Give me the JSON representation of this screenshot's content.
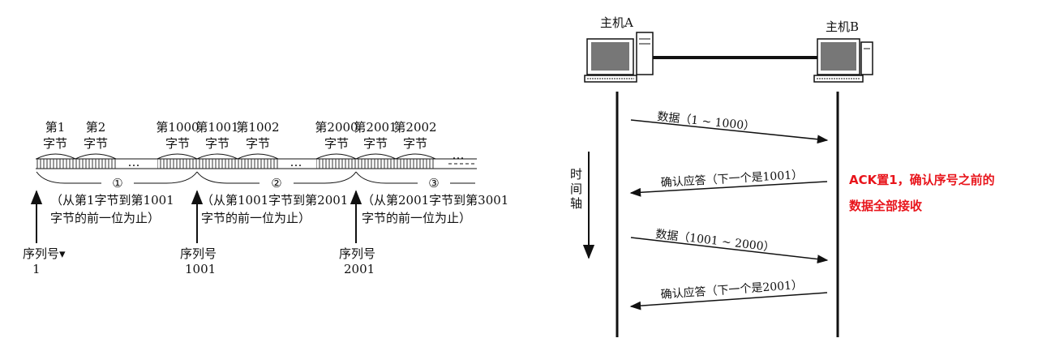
{
  "left_figure": {
    "byte_labels": [
      {
        "num": "第1",
        "unit": "字节"
      },
      {
        "num": "第2",
        "unit": "字节"
      },
      {
        "num": "第1000",
        "unit": "字节"
      },
      {
        "num": "第1001",
        "unit": "字节"
      },
      {
        "num": "第1002",
        "unit": "字节"
      },
      {
        "num": "第2000",
        "unit": "字节"
      },
      {
        "num": "第2001",
        "unit": "字节"
      },
      {
        "num": "第2002",
        "unit": "字节"
      }
    ],
    "ellipsis": "…",
    "segments": [
      {
        "mark": "①",
        "line1": "（从第1字节到第1001",
        "line2": "字节的前一位为止）"
      },
      {
        "mark": "②",
        "line1": "（从第1001字节到第2001",
        "line2": "字节的前一位为止）"
      },
      {
        "mark": "③",
        "line1": "（从第2001字节到第3001",
        "line2": "字节的前一位为止）"
      }
    ],
    "seq_labels": [
      {
        "title": "序列号▾",
        "value": "1"
      },
      {
        "title": "序列号",
        "value": "1001"
      },
      {
        "title": "序列号",
        "value": "2001"
      }
    ]
  },
  "right_figure": {
    "host_a": "主机A",
    "host_b": "主机B",
    "time_axis": [
      "时",
      "间",
      "轴"
    ],
    "messages": [
      {
        "text": "数据（1 ~ 1000）",
        "direction": "A-to-B"
      },
      {
        "text": "确认应答（下一个是1001）",
        "direction": "B-to-A"
      },
      {
        "text": "数据（1001 ~ 2000）",
        "direction": "A-to-B"
      },
      {
        "text": "确认应答（下一个是2001）",
        "direction": "B-to-A"
      }
    ],
    "note_line1": "ACK置1，确认序号之前的",
    "note_line2": "数据全部接收",
    "note_color": "#e8141b"
  }
}
